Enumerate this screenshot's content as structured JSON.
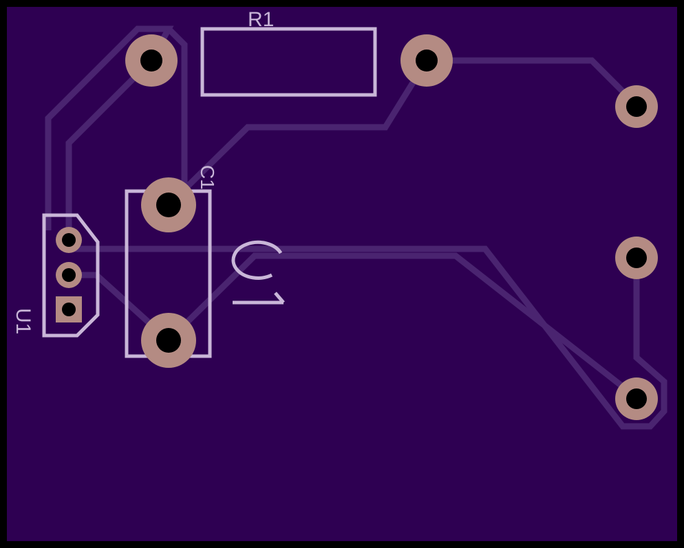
{
  "colors": {
    "board": "#2e0052",
    "outline": "#000000",
    "trace": "#4a2470",
    "silkscreen": "#c9b6d8",
    "pad": "#b48b83",
    "drill": "#000000"
  },
  "components": {
    "r1": {
      "designator": "R1",
      "type": "resistor"
    },
    "c1": {
      "designator": "C1",
      "type": "capacitor",
      "value_label": "C1"
    },
    "u1": {
      "designator": "U1",
      "type": "3-pin-transistor"
    }
  },
  "pads": [
    {
      "id": "r1-pin1",
      "component": "R1"
    },
    {
      "id": "r1-pin2",
      "component": "R1"
    },
    {
      "id": "c1-pin1",
      "component": "C1"
    },
    {
      "id": "c1-pin2",
      "component": "C1"
    },
    {
      "id": "u1-pin1",
      "component": "U1",
      "shape": "square"
    },
    {
      "id": "u1-pin2",
      "component": "U1"
    },
    {
      "id": "u1-pin3",
      "component": "U1"
    },
    {
      "id": "conn-pin1",
      "component": "connector"
    },
    {
      "id": "conn-pin2",
      "component": "connector"
    },
    {
      "id": "conn-pin3",
      "component": "connector"
    }
  ]
}
